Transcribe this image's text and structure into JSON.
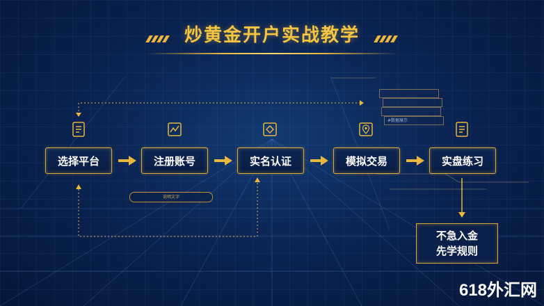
{
  "title": "炒黄金开户实战教学",
  "steps": [
    {
      "label": "选择平台",
      "icon": "document-icon"
    },
    {
      "label": "注册账号",
      "icon": "chart-line-icon"
    },
    {
      "label": "实名认证",
      "icon": "diamond-badge-icon"
    },
    {
      "label": "模拟交易",
      "icon": "location-pin-icon"
    },
    {
      "label": "实盘练习",
      "icon": "document-icon"
    }
  ],
  "note": {
    "line1": "不急入金",
    "line2": "先学规则"
  },
  "pill_text": "说明文字",
  "mini_panel": [
    "",
    "",
    "",
    "#数据展示"
  ],
  "watermark": "618外汇网",
  "colors": {
    "accent": "#e9b73c",
    "background": "#0b2452",
    "node_text": "#ffffff"
  }
}
